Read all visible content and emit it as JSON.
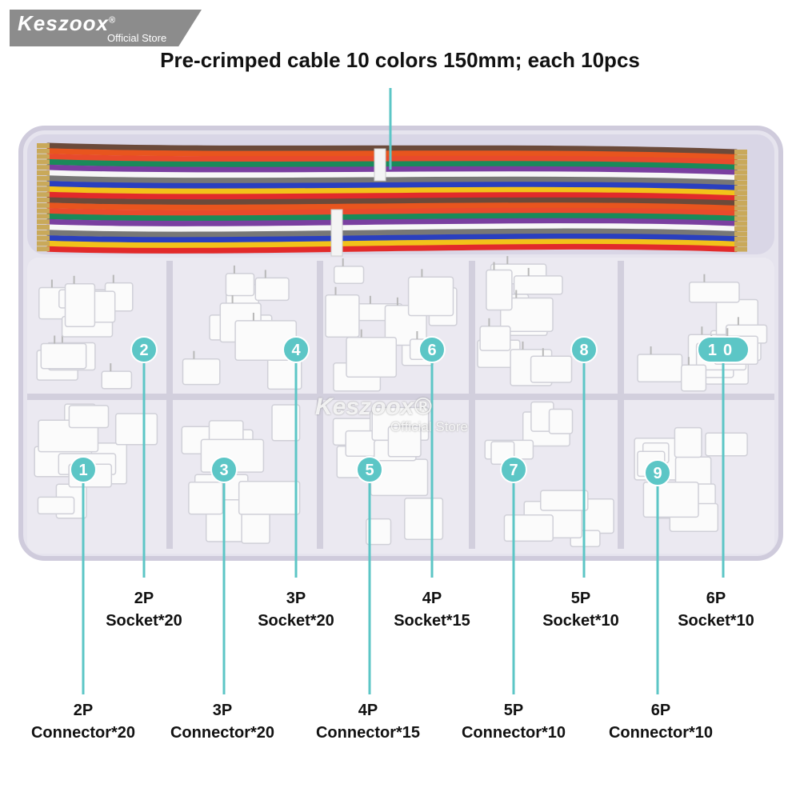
{
  "brand": {
    "name": "Keszoox",
    "registered": "®",
    "subtitle": "Official Store"
  },
  "headline": "Pre-crimped cable 10 colors 150mm; each 10pcs",
  "watermark": {
    "name": "Keszoox®",
    "subtitle": "Official Store"
  },
  "markers": [
    "1",
    "2",
    "3",
    "4",
    "5",
    "6",
    "7",
    "8",
    "9",
    "10"
  ],
  "labels": {
    "socket_2p": {
      "line1": "2P",
      "line2": "Socket*20"
    },
    "socket_3p": {
      "line1": "3P",
      "line2": "Socket*20"
    },
    "socket_4p": {
      "line1": "4P",
      "line2": "Socket*15"
    },
    "socket_5p": {
      "line1": "5P",
      "line2": "Socket*10"
    },
    "socket_6p": {
      "line1": "6P",
      "line2": "Socket*10"
    },
    "connector_2p": {
      "line1": "2P",
      "line2": "Connector*20"
    },
    "connector_3p": {
      "line1": "3P",
      "line2": "Connector*20"
    },
    "connector_4p": {
      "line1": "4P",
      "line2": "Connector*15"
    },
    "connector_5p": {
      "line1": "5P",
      "line2": "Connector*10"
    },
    "connector_6p": {
      "line1": "6P",
      "line2": "Connector*10"
    }
  },
  "colors": {
    "marker": "#5cc6c6",
    "case": "#eceaf2",
    "wires": [
      "#6b4a3a",
      "#e8551e",
      "#e84a2c",
      "#1a8a5a",
      "#7a3fa0",
      "#ffffff",
      "#777777",
      "#2a3fbf",
      "#f2c21a",
      "#e22a2a"
    ]
  }
}
